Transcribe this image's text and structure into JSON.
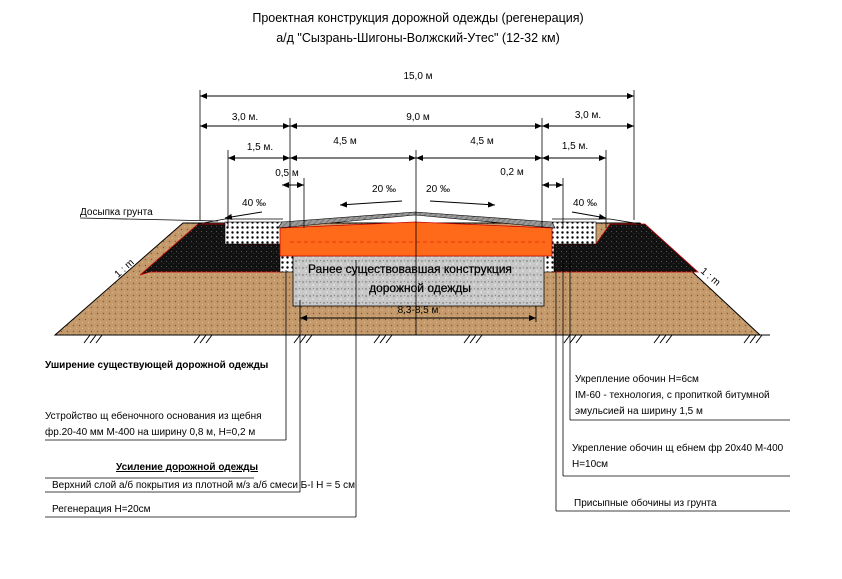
{
  "title": {
    "line1": "Проектная конструкция  дорожной одежды (регенерация)",
    "line2": "а/д  \"Сызрань-Шигоны-Волжский-Утес\" (12-32 км)"
  },
  "dimensions": {
    "total_width": "15,0 м",
    "left_shoulder": "3,0 м.",
    "carriageway": "9,0 м",
    "right_shoulder": "3,0 м.",
    "left_shoulder_half": "1,5 м.",
    "left_lane": "4,5 м",
    "right_lane": "4,5 м",
    "right_shoulder_half": "1,5 м.",
    "left_widening": "0,5 м",
    "right_widening": "0,2 м",
    "left_cross_slope": "40 ‰",
    "left_lane_slope": "20 ‰",
    "right_lane_slope": "20 ‰",
    "right_cross_slope": "40 ‰",
    "existing_width": "8,3-8,5 м"
  },
  "labels": {
    "soil_fill": "Досыпка грунта",
    "left_embankment_slope": "1 : m",
    "right_embankment_slope": "1 : m",
    "existing_structure_line1": "Ранее существовавшая  конструкция",
    "existing_structure_line2": "дорожной одежды"
  },
  "notes_left": {
    "widening_heading": "Уширение существующей дорожной одежды",
    "base_line1": "Устройство щ ебеночного основания из щебня",
    "base_line2": "фр.20-40 мм М-400 на ширину 0,8 м, H=0,2 м",
    "reinforcement_heading": "Усиление дорожной одежды",
    "top_layer": "Верхний слой а/б покрытия из плотной м/з а/б смеси Б-I  H = 5 см",
    "regeneration": "Регенерация H=20см"
  },
  "notes_right": {
    "shoulder_reinf_line1": "Укрепление обочин H=6см",
    "shoulder_reinf_line2": "IM-60 - технология, с пропиткой битумной",
    "shoulder_reinf_line3": "эмульсией на ширину 1,5 м",
    "shoulder_gravel_line1": "Укрепление обочин щ ебнем фр 20х40 М-400",
    "shoulder_gravel_line2": "H=10см",
    "soil_shoulders": "Присыпные обочины из грунта"
  },
  "colors": {
    "soil": "#c49a6c",
    "asphalt_black": "#111111",
    "orange_layer": "#ff6a1a",
    "gravel": "#c8c8c8",
    "top_surface": "#8a8a8a",
    "label_yellow": "#ffff00"
  }
}
